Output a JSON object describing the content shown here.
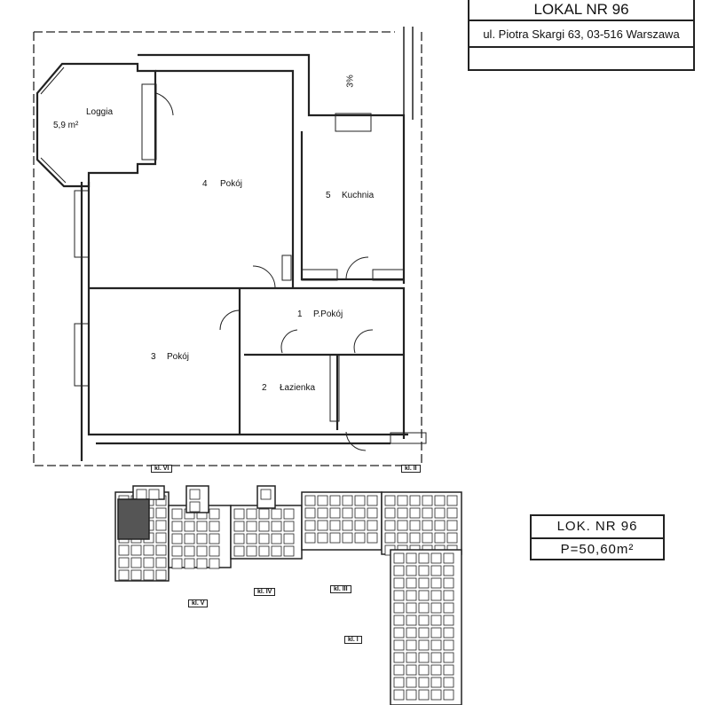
{
  "title_block": {
    "title": "LOKAL NR  96",
    "address": "ul. Piotra Skargi 63, 03-516 Warszawa",
    "empty_row": ""
  },
  "summary_block": {
    "unit": "LOK.  NR  96",
    "area": "P=50,60m²"
  },
  "rooms": [
    {
      "number": "",
      "name": "Loggia",
      "area": "5,9 m²"
    },
    {
      "number": "4",
      "name": "Pokój"
    },
    {
      "number": "5",
      "name": "Kuchnia"
    },
    {
      "number": "1",
      "name": "P.Pokój"
    },
    {
      "number": "3",
      "name": "Pokój"
    },
    {
      "number": "2",
      "name": "Łazienka"
    }
  ],
  "slope_label": "3%",
  "staircases": [
    "kl. VI",
    "kl. II",
    "kl. V",
    "kl. IV",
    "kl. III",
    "kl. I"
  ]
}
